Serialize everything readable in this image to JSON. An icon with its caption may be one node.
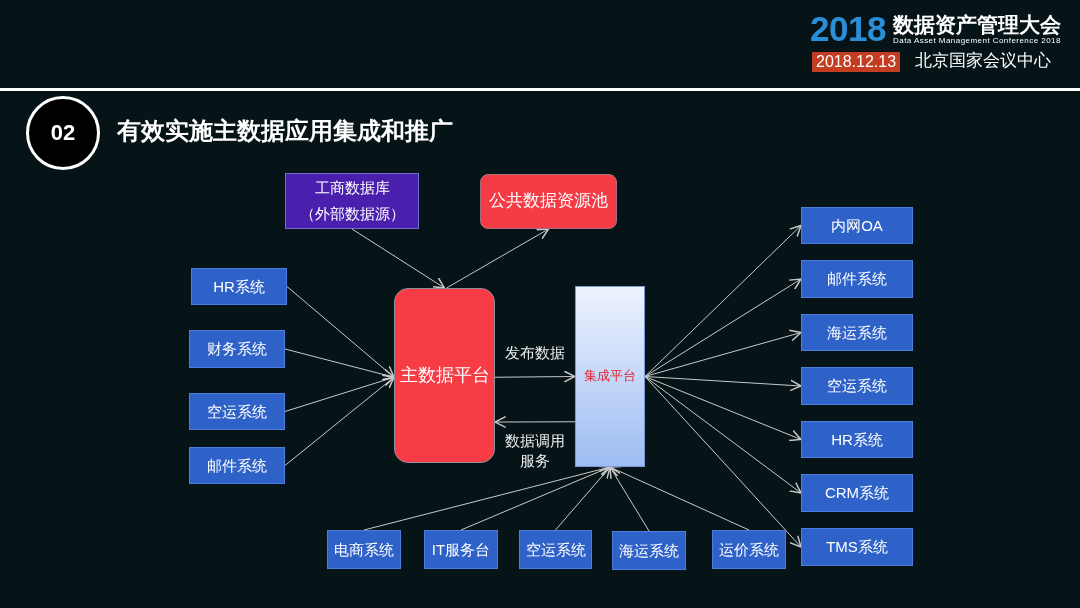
{
  "diagram": {
    "title": "有效实施主数据应用集成和推广",
    "nodes": [
      {
        "text": [
          "02"
        ]
      },
      {
        "text": [
          "工商数据库（外部数据源）"
        ]
      },
      {
        "text": [
          "公共数据资源池"
        ]
      },
      {
        "text": [
          "HR系统"
        ]
      },
      {
        "text": [
          "财务系统"
        ]
      },
      {
        "text": [
          "空运系统"
        ]
      },
      {
        "text": [
          "邮件系统"
        ]
      },
      {
        "text": [
          "主数据平台"
        ]
      },
      {
        "text": [
          "集成平台"
        ]
      },
      {
        "text": [
          "内网OA"
        ]
      },
      {
        "text": [
          "邮件系统"
        ]
      },
      {
        "text": [
          "海运系统"
        ]
      },
      {
        "text": [
          "空运系统"
        ]
      },
      {
        "text": [
          "HR系统"
        ]
      },
      {
        "text": [
          "CRM系统"
        ]
      },
      {
        "text": [
          "TMS系统"
        ]
      },
      {
        "text": [
          "电商系统"
        ]
      },
      {
        "text": [
          "IT服务台"
        ]
      },
      {
        "text": [
          "空运系统"
        ]
      },
      {
        "text": [
          "海运系统"
        ]
      },
      {
        "text": [
          "运价系统"
        ]
      }
    ],
    "edges": [
      {
        "from": 1,
        "to": 7,
        "arrow": "to"
      },
      {
        "from": 7,
        "to": 2,
        "arrow": "to"
      },
      {
        "from": 3,
        "to": 7,
        "arrow": "to"
      },
      {
        "from": 4,
        "to": 7,
        "arrow": "to"
      },
      {
        "from": 5,
        "to": 7,
        "arrow": "to"
      },
      {
        "from": 6,
        "to": 7,
        "arrow": "to"
      },
      {
        "from": 7,
        "to": 8,
        "arrow": "to",
        "label": "发布数据"
      },
      {
        "from": 8,
        "to": 7,
        "arrow": "to",
        "label": "数据调用服务"
      },
      {
        "from": 8,
        "to": 9,
        "arrow": "to"
      },
      {
        "from": 8,
        "to": 10,
        "arrow": "to"
      },
      {
        "from": 8,
        "to": 11,
        "arrow": "to"
      },
      {
        "from": 8,
        "to": 12,
        "arrow": "to"
      },
      {
        "from": 8,
        "to": 13,
        "arrow": "to"
      },
      {
        "from": 8,
        "to": 14,
        "arrow": "to"
      },
      {
        "from": 8,
        "to": 15,
        "arrow": "to"
      },
      {
        "from": 16,
        "to": 8,
        "arrow": "to"
      },
      {
        "from": 17,
        "to": 8,
        "arrow": "to"
      },
      {
        "from": 18,
        "to": 8,
        "arrow": "to"
      },
      {
        "from": 19,
        "to": 8,
        "arrow": "to"
      },
      {
        "from": 20,
        "to": 8,
        "arrow": "to"
      }
    ],
    "labels": [
      "2018",
      "数据资产管理大会",
      "Data Asset Management Conference 2018",
      "2018.12.13",
      "北京国家会议中心"
    ]
  }
}
